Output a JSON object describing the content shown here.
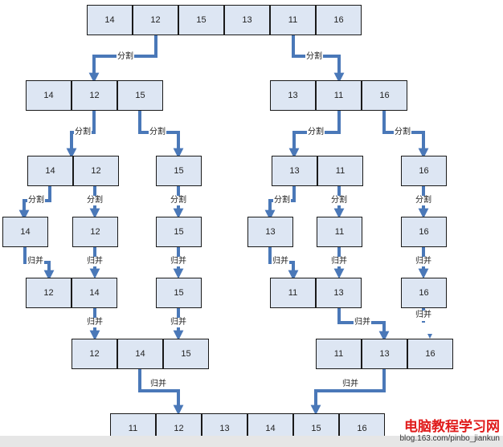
{
  "split_label": "分割",
  "merge_label": "归并",
  "level0": [
    "14",
    "12",
    "15",
    "13",
    "11",
    "16"
  ],
  "level1_left": [
    "14",
    "12",
    "15"
  ],
  "level1_right": [
    "13",
    "11",
    "16"
  ],
  "level2_left_pair": [
    "14",
    "12"
  ],
  "level2_left_single": [
    "15"
  ],
  "level2_right_pair": [
    "13",
    "11"
  ],
  "level2_right_single": [
    "16"
  ],
  "level3": [
    "14",
    "12",
    "15",
    "13",
    "11",
    "16"
  ],
  "level4_left_pair": [
    "12",
    "14"
  ],
  "level4_left_single": [
    "15"
  ],
  "level4_right_pair": [
    "11",
    "13"
  ],
  "level4_right_single": [
    "16"
  ],
  "level5_left": [
    "12",
    "14",
    "15"
  ],
  "level5_right": [
    "11",
    "13",
    "16"
  ],
  "result": [
    "11",
    "12",
    "13",
    "14",
    "15",
    "16"
  ],
  "watermark": {
    "title": "电脑教程学习网",
    "url": "blog.163.com/pinbo_jiankun"
  },
  "colors": {
    "cell_fill": "#dde6f3",
    "cell_border": "#1a1a1a",
    "arrow": "#4a78b8",
    "watermark": "#e01b1b"
  }
}
